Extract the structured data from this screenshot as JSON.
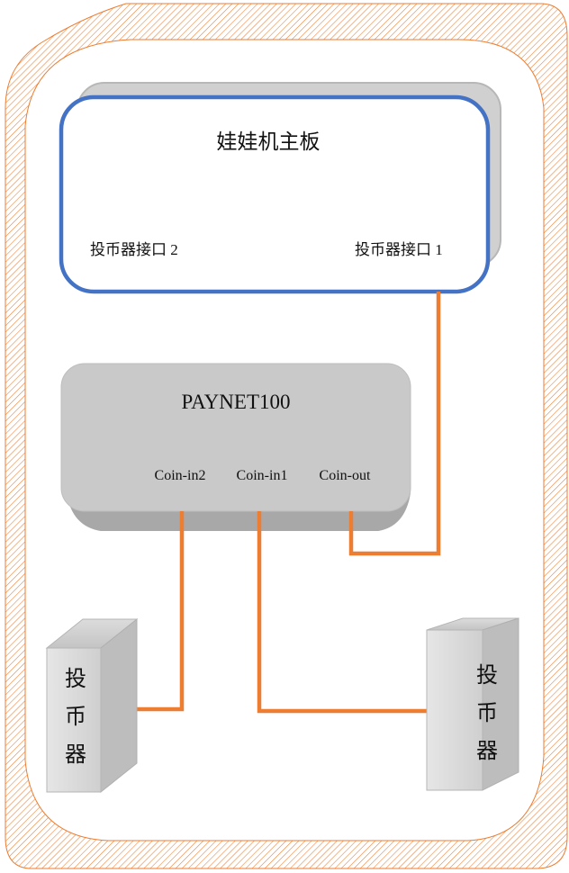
{
  "mainboard": {
    "title": "娃娃机主板",
    "port_left": "投币器接口 2",
    "port_right": "投币器接口 1"
  },
  "paynet": {
    "title": "PAYNET100",
    "ports": [
      "Coin-in2",
      "Coin-in1",
      "Coin-out"
    ]
  },
  "coin_acceptor_left": {
    "chars": [
      "投",
      "币",
      "器"
    ]
  },
  "coin_acceptor_right": {
    "chars": [
      "投",
      "币",
      "器"
    ]
  },
  "colors": {
    "frame_orange": "#ED7D31",
    "wire_orange": "#ED7D31",
    "board_border_blue": "#4472C4",
    "device_gray": "#C8C8C8",
    "device_shadow": "#A6A6A6"
  }
}
